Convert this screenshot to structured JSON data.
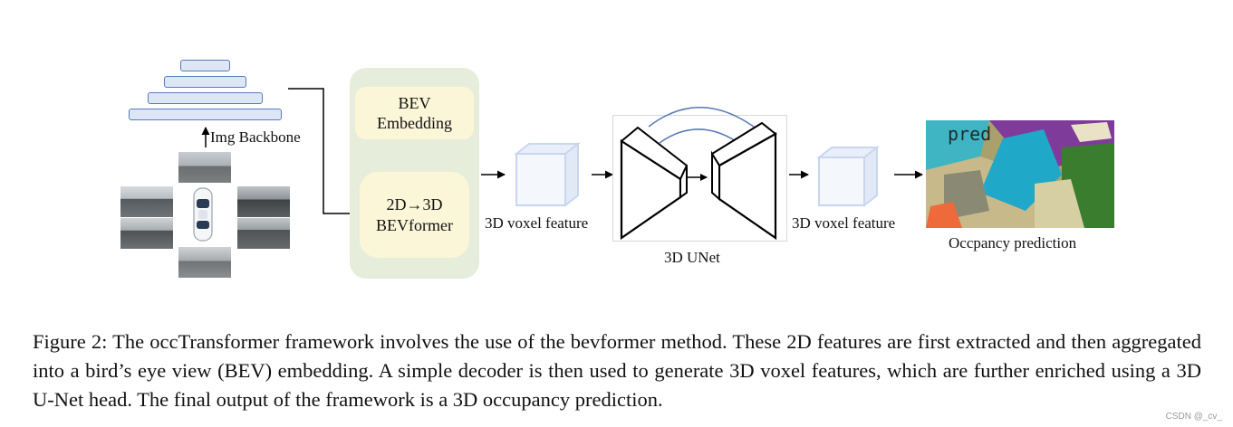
{
  "diagram": {
    "backbone_label": "Img Backbone",
    "bev_embedding_label": "BEV\nEmbedding",
    "bevformer_label": "2D→3D\nBEVformer",
    "voxel_label_1": "3D voxel feature",
    "unet_label": "3D UNet",
    "voxel_label_2": "3D voxel feature",
    "pred_tag": "pred",
    "output_label": "Occpancy prediction"
  },
  "caption": "Figure 2: The occTransformer framework involves the use of the bevformer method. These 2D features are first extracted and then aggregated into a bird’s eye view (BEV) embedding. A simple decoder is then used to generate 3D voxel features, which are further enriched using a 3D U-Net head. The final output of the framework is a 3D occupancy prediction.",
  "watermark": "CSDN @_cv_",
  "colors": {
    "backbone_layer_fill": "#dde6f5",
    "backbone_layer_border": "#5a7bb5",
    "panel_green": "#e6eedb",
    "box_cream": "#fbf6d8",
    "cube_blue": "#c9d6ef",
    "unet_arc": "#5a7bb5"
  }
}
